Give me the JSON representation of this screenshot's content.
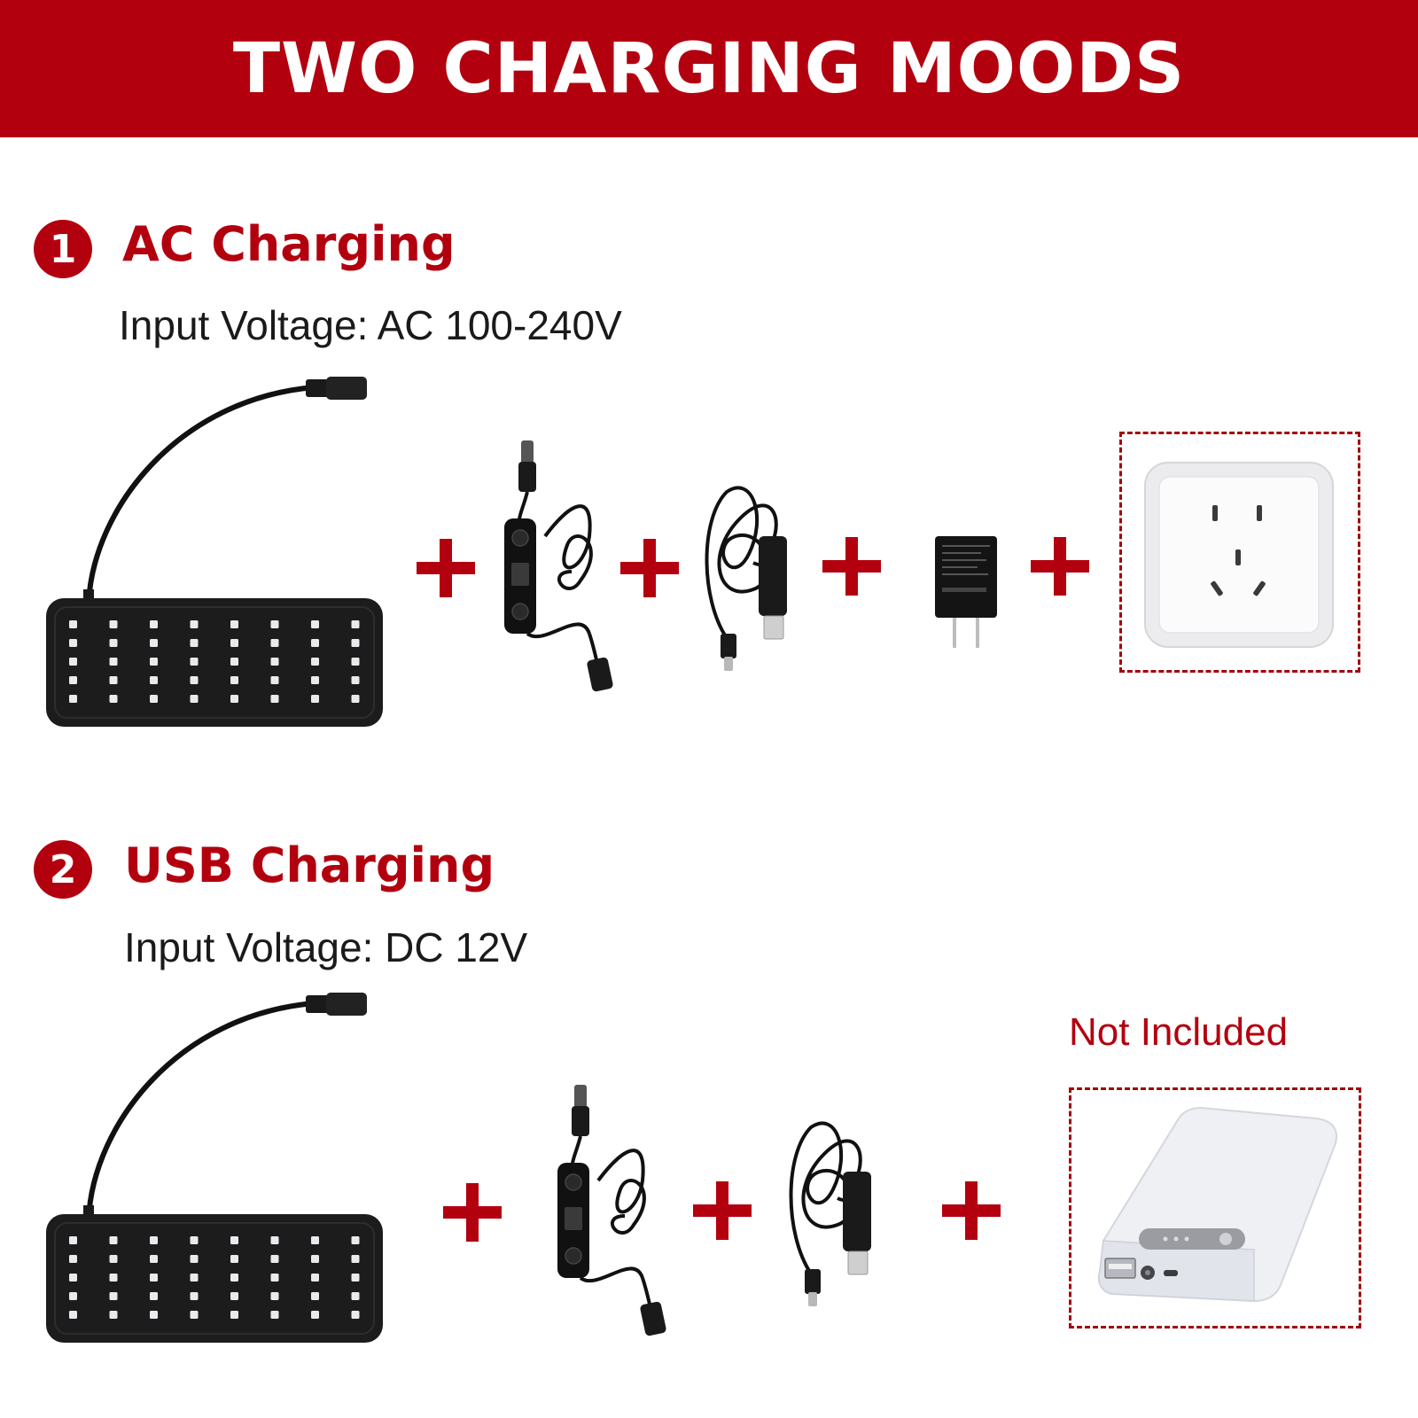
{
  "banner": {
    "title": "TWO CHARGING MOODS"
  },
  "sections": [
    {
      "number": "1",
      "title": "AC Charging",
      "voltage": "Input Voltage: AC 100-240V",
      "items": [
        "led-pad",
        "switch-cable",
        "usb-dc-cable",
        "ac-adapter",
        "wall-socket"
      ]
    },
    {
      "number": "2",
      "title": "USB Charging",
      "voltage": "Input Voltage: DC 12V",
      "note": "Not Included",
      "items": [
        "led-pad",
        "switch-cable",
        "usb-dc-cable",
        "power-bank"
      ]
    }
  ],
  "colors": {
    "accent": "#b3000f",
    "pad": "#1c1c1c",
    "led": "#e9e9ee"
  },
  "icons": {
    "pad": "led-pad-icon",
    "switch": "switch-cable-icon",
    "cable": "usb-cable-icon",
    "adapter": "ac-adapter-icon",
    "socket": "wall-socket-icon",
    "bank": "power-bank-icon",
    "plus": "plus-icon"
  }
}
